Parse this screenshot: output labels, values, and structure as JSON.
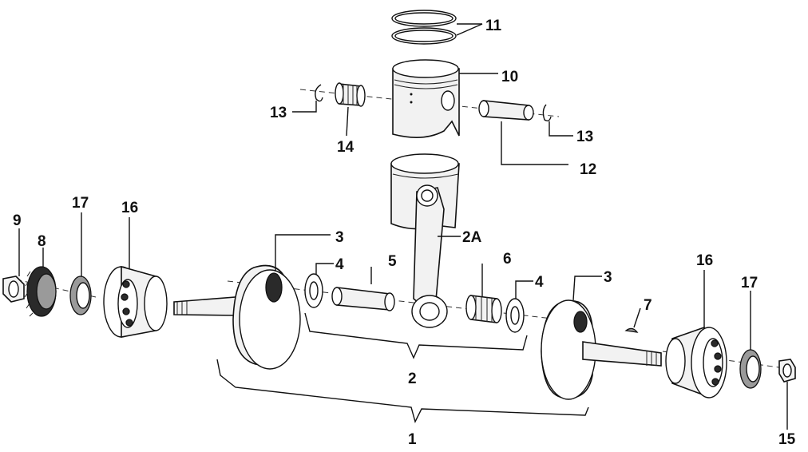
{
  "diagram": {
    "labels": {
      "l1": "1",
      "l2": "2",
      "l2a": "2A",
      "l3_left": "3",
      "l3_right": "3",
      "l4_left": "4",
      "l4_right": "4",
      "l5": "5",
      "l6": "6",
      "l7": "7",
      "l8": "8",
      "l9": "9",
      "l10": "10",
      "l11": "11",
      "l12": "12",
      "l13_left": "13",
      "l13_right": "13",
      "l14": "14",
      "l15": "15",
      "l16_left": "16",
      "l16_right": "16",
      "l17_left": "17",
      "l17_right": "17"
    }
  }
}
